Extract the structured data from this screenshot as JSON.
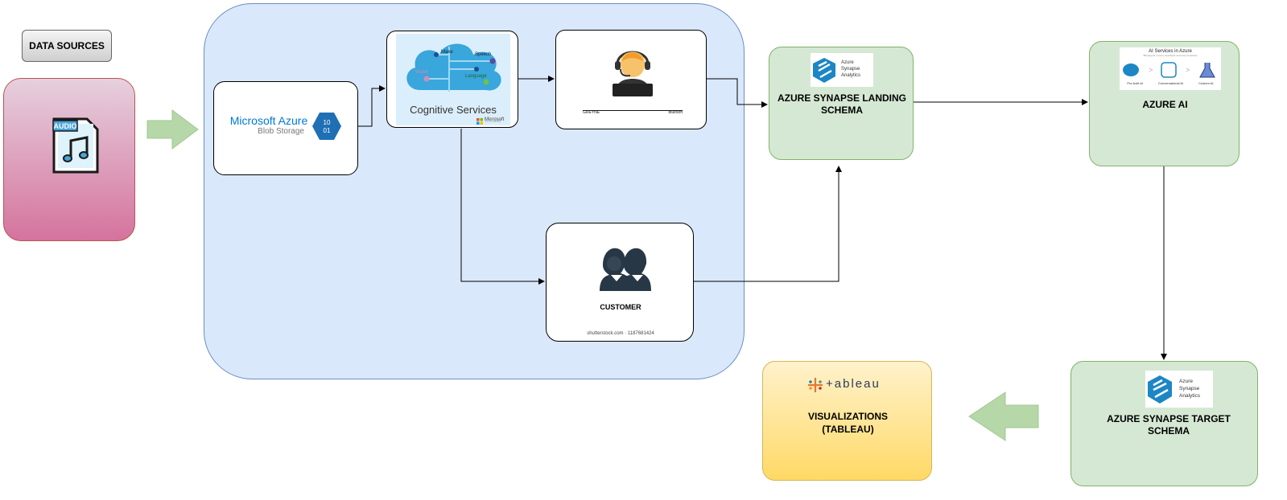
{
  "data_sources": {
    "label": "DATA SOURCES",
    "audio_tag": "AUDIO"
  },
  "blob_storage": {
    "title": "Microsoft Azure",
    "subtitle": "Blob Storage",
    "icon_text": "10\n01"
  },
  "cognitive": {
    "label": "Cognitive Services",
    "brand": "Microsoft",
    "watermark": "media",
    "node_labels": [
      "Make",
      "Speech",
      "Vision",
      "Language"
    ]
  },
  "agent": {
    "caption_left": "GREYNE",
    "caption_right": "bluesoft"
  },
  "customer": {
    "label": "CUSTOMER",
    "credit": "shutterstock.com · 1187681424"
  },
  "synapse_landing": {
    "label": "AZURE SYNAPSE LANDING SCHEMA",
    "logo_text": "Azure Synapse Analytics"
  },
  "azure_ai": {
    "label": "AZURE AI",
    "thumb_title": "AI Services in Azure",
    "thumb_sub": "Bringing AI to every developer and every business",
    "thumb_items": [
      "Pre-built AI",
      "Conversational AI",
      "Custom AI"
    ]
  },
  "synapse_target": {
    "label": "AZURE SYNAPSE TARGET SCHEMA",
    "logo_text": "Azure Synapse Analytics"
  },
  "visualizations": {
    "label": "VISUALIZATIONS (TABLEAU)",
    "logo": "+ableau"
  },
  "colors": {
    "panel_blue": "#dae8fc",
    "panel_blue_border": "#6c8ebf",
    "green_fill": "#d5e8d4",
    "green_border": "#82b366",
    "pink_top": "#e6d0de",
    "pink_bottom": "#d5739d",
    "yellow_top": "#fff2cc",
    "yellow_bottom": "#ffd966",
    "arrow_green": "#b6d7a8"
  }
}
